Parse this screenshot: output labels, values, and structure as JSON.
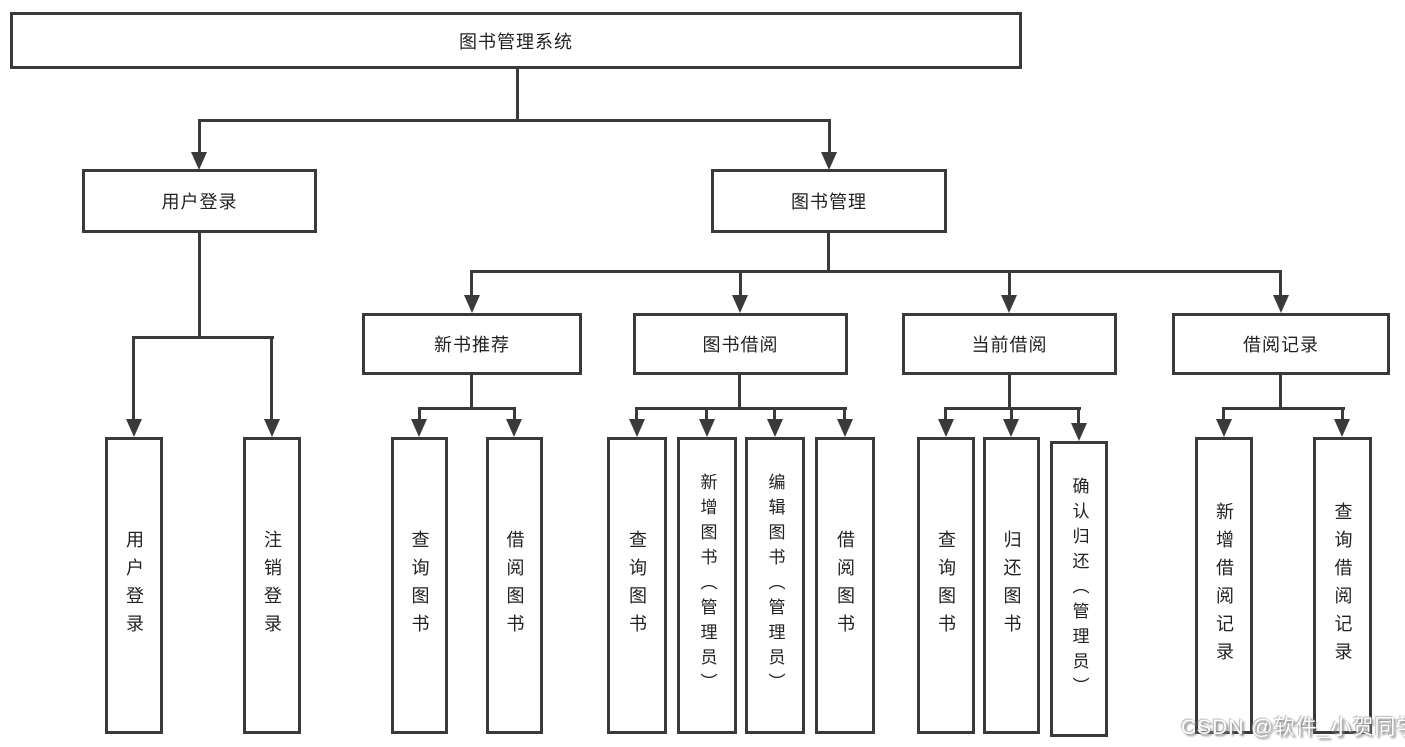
{
  "tree": {
    "root": {
      "label": "图书管理系统",
      "children": [
        {
          "label": "用户登录",
          "children": [
            {
              "label": "用户登录"
            },
            {
              "label": "注销登录"
            }
          ]
        },
        {
          "label": "图书管理",
          "children": [
            {
              "label": "新书推荐",
              "children": [
                {
                  "label": "查询图书"
                },
                {
                  "label": "借阅图书"
                }
              ]
            },
            {
              "label": "图书借阅",
              "children": [
                {
                  "label": "查询图书"
                },
                {
                  "label": "新增图书（管理员）"
                },
                {
                  "label": "编辑图书（管理员）"
                },
                {
                  "label": "借阅图书"
                }
              ]
            },
            {
              "label": "当前借阅",
              "children": [
                {
                  "label": "查询图书"
                },
                {
                  "label": "归还图书"
                },
                {
                  "label": "确认归还（管理员）"
                }
              ]
            },
            {
              "label": "借阅记录",
              "children": [
                {
                  "label": "新增借阅记录"
                },
                {
                  "label": "查询借阅记录"
                }
              ]
            }
          ]
        }
      ]
    }
  },
  "watermark": {
    "text": "CSDN @软件_小贺同学"
  },
  "colors": {
    "line": "#3a3a3a",
    "text": "#222222",
    "background": "#ffffff",
    "watermark_fill": "#ffffff",
    "watermark_shadow": "#787878"
  }
}
